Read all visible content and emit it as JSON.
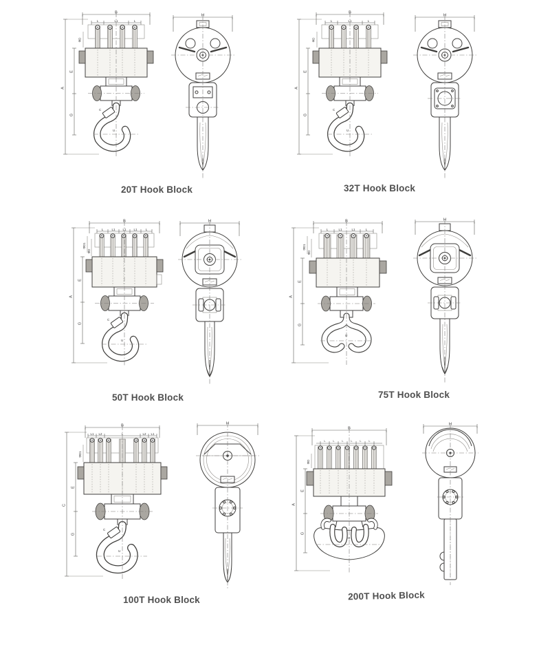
{
  "blocks": [
    {
      "caption": "20T Hook Block",
      "front": {
        "top": "B",
        "sub": [
          "L",
          "L1",
          "L"
        ],
        "left": [
          "A",
          "E",
          "G"
        ],
        "phi": [
          "ΦD"
        ],
        "hook": [
          "C",
          "U"
        ]
      },
      "side": {
        "top": "H"
      }
    },
    {
      "caption": "32T Hook Block",
      "front": {
        "top": "B",
        "sub": [
          "L",
          "L1",
          "L"
        ],
        "left": [
          "A",
          "E",
          "G"
        ],
        "phi": [
          "ΦD"
        ],
        "hook": [
          "C",
          "U"
        ]
      },
      "side": {
        "top": "H"
      }
    },
    {
      "caption": "50T Hook Block",
      "front": {
        "top": "B",
        "sub": [
          "L",
          "L1",
          "L1",
          "L1",
          "L"
        ],
        "left": [
          "A",
          "E",
          "G"
        ],
        "phi": [
          "ΦD1",
          "ΦD"
        ],
        "hook": [
          "C",
          "U"
        ]
      },
      "side": {
        "top": "H"
      }
    },
    {
      "caption": "75T Hook Block",
      "front": {
        "top": "B",
        "sub": [
          "L",
          "L1",
          "L1",
          "L"
        ],
        "left": [
          "A",
          "E",
          "G"
        ],
        "phi": [
          "ΦD1",
          "ΦD"
        ],
        "hook": [
          "U"
        ]
      },
      "side": {
        "top": "H"
      }
    },
    {
      "caption": "100T Hook Block",
      "front": {
        "top": "B",
        "sub": [
          "L1",
          "L2",
          "L",
          "L2",
          "L1"
        ],
        "left": [
          "C",
          "E",
          "G"
        ],
        "phi": [
          "ΦD1"
        ],
        "hook": [
          "C",
          "U"
        ]
      },
      "side": {
        "top": "H"
      }
    },
    {
      "caption": "200T Hook Block",
      "front": {
        "top": "B",
        "sub": [
          "L",
          "L",
          "L",
          "L",
          "L",
          "L"
        ],
        "left": [
          "A",
          "E",
          "G"
        ],
        "phi": [
          "ΦD"
        ],
        "hook": [
          "U"
        ]
      },
      "side": {
        "top": "H"
      }
    }
  ]
}
